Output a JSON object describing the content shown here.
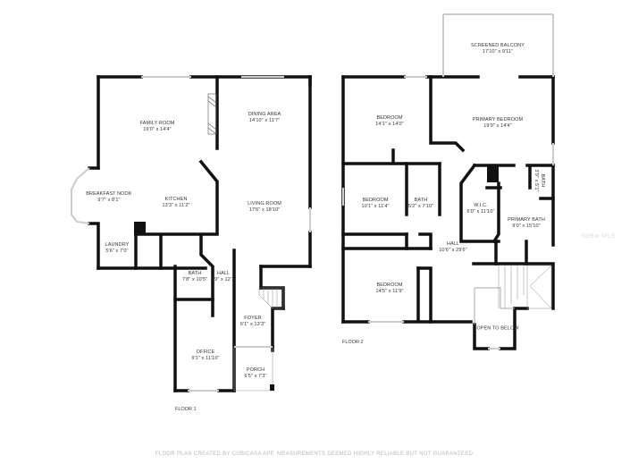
{
  "floors": [
    {
      "label": "FLOOR 1",
      "rooms": [
        {
          "name": "FAMILY ROOM",
          "dim": "19'0\" x 14'4\""
        },
        {
          "name": "DINING AREA",
          "dim": "14'10\" x 11'7\""
        },
        {
          "name": "BREAKFAST NOOK",
          "dim": "9'7\" x 8'1\""
        },
        {
          "name": "KITCHEN",
          "dim": "13'3\" x 11'2\""
        },
        {
          "name": "LIVING ROOM",
          "dim": "17'6\" x 18'10\""
        },
        {
          "name": "LAUNDRY",
          "dim": "5'6\" x 7'0\""
        },
        {
          "name": "BATH",
          "dim": "7'8\" x 10'5\""
        },
        {
          "name": "HALL",
          "dim": "4'9\" x 12'1\""
        },
        {
          "name": "FOYER",
          "dim": "6'1\" x 13'3\""
        },
        {
          "name": "OFFICE",
          "dim": "9'1\" x 11'10\""
        },
        {
          "name": "PORCH",
          "dim": "6'5\" x 7'3\""
        }
      ]
    },
    {
      "label": "FLOOR 2",
      "rooms": [
        {
          "name": "SCREENED BALCONY",
          "dim": "17'10\" x 9'11\""
        },
        {
          "name": "BEDROOM",
          "dim": "14'1\" x 14'0\""
        },
        {
          "name": "PRIMARY BEDROOM",
          "dim": "19'9\" x 14'4\""
        },
        {
          "name": "BEDROOM",
          "dim": "10'1\" x 11'4\""
        },
        {
          "name": "BATH",
          "dim": "5'2\" x 7'10\""
        },
        {
          "name": "W.I.C.",
          "dim": "6'0\" x 11'10\""
        },
        {
          "name": "BATH",
          "dim": "3'9\" x 5'1\""
        },
        {
          "name": "PRIMARY BATH",
          "dim": "9'0\" x 15'10\""
        },
        {
          "name": "HALL",
          "dim": "10'6\" x 29'6\""
        },
        {
          "name": "BEDROOM",
          "dim": "14'5\" x 11'9\""
        },
        {
          "name": "OPEN TO BELOW",
          "dim": ""
        }
      ]
    }
  ],
  "footer": "FLOOR PLAN CREATED BY CUBICASA APP. MEASUREMENTS DEEMED HIGHLY RELIABLE BUT NOT GUARANTEED.",
  "watermark": "Stellar MLS",
  "colors": {
    "wall": "#111111",
    "window": "#d0d0d0",
    "text": "#333333",
    "footer": "#b8b8b8"
  }
}
